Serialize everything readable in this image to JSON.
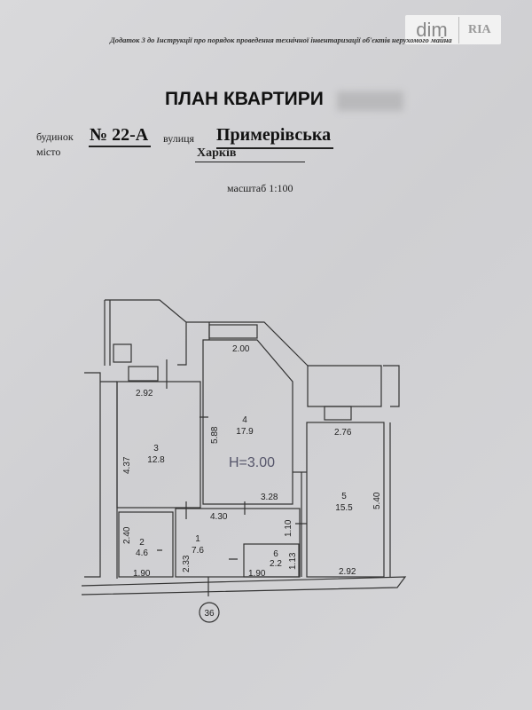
{
  "watermark": {
    "left": "dim",
    "right": "RIA"
  },
  "header": {
    "subtitle": "Додаток 3 до Інструкції про порядок проведення технічної інвентаризації об'єктів нерухомого майна",
    "title": "ПЛАН КВАРТИРИ",
    "building_label": "будинок",
    "building_value": "№ 22-А",
    "street_label": "вулиця",
    "street_value": "Примерівська",
    "city_label": "місто",
    "city_value": "Харків",
    "scale": "масштаб 1:100"
  },
  "plan": {
    "ceiling_height": "H=3.00",
    "axis_marker": "36",
    "rooms": [
      {
        "number": "1",
        "area": "7.6"
      },
      {
        "number": "2",
        "area": "4.6"
      },
      {
        "number": "3",
        "area": "12.8"
      },
      {
        "number": "4",
        "area": "17.9"
      },
      {
        "number": "5",
        "area": "15.5"
      },
      {
        "number": "6",
        "area": "2.2"
      }
    ],
    "dimensions": [
      "2.00",
      "2.92",
      "4.37",
      "5.88",
      "3.28",
      "2.76",
      "5.40",
      "4.30",
      "1.10",
      "2.40",
      "2.33",
      "1.90",
      "1.90",
      "1.13",
      "2.92"
    ]
  }
}
